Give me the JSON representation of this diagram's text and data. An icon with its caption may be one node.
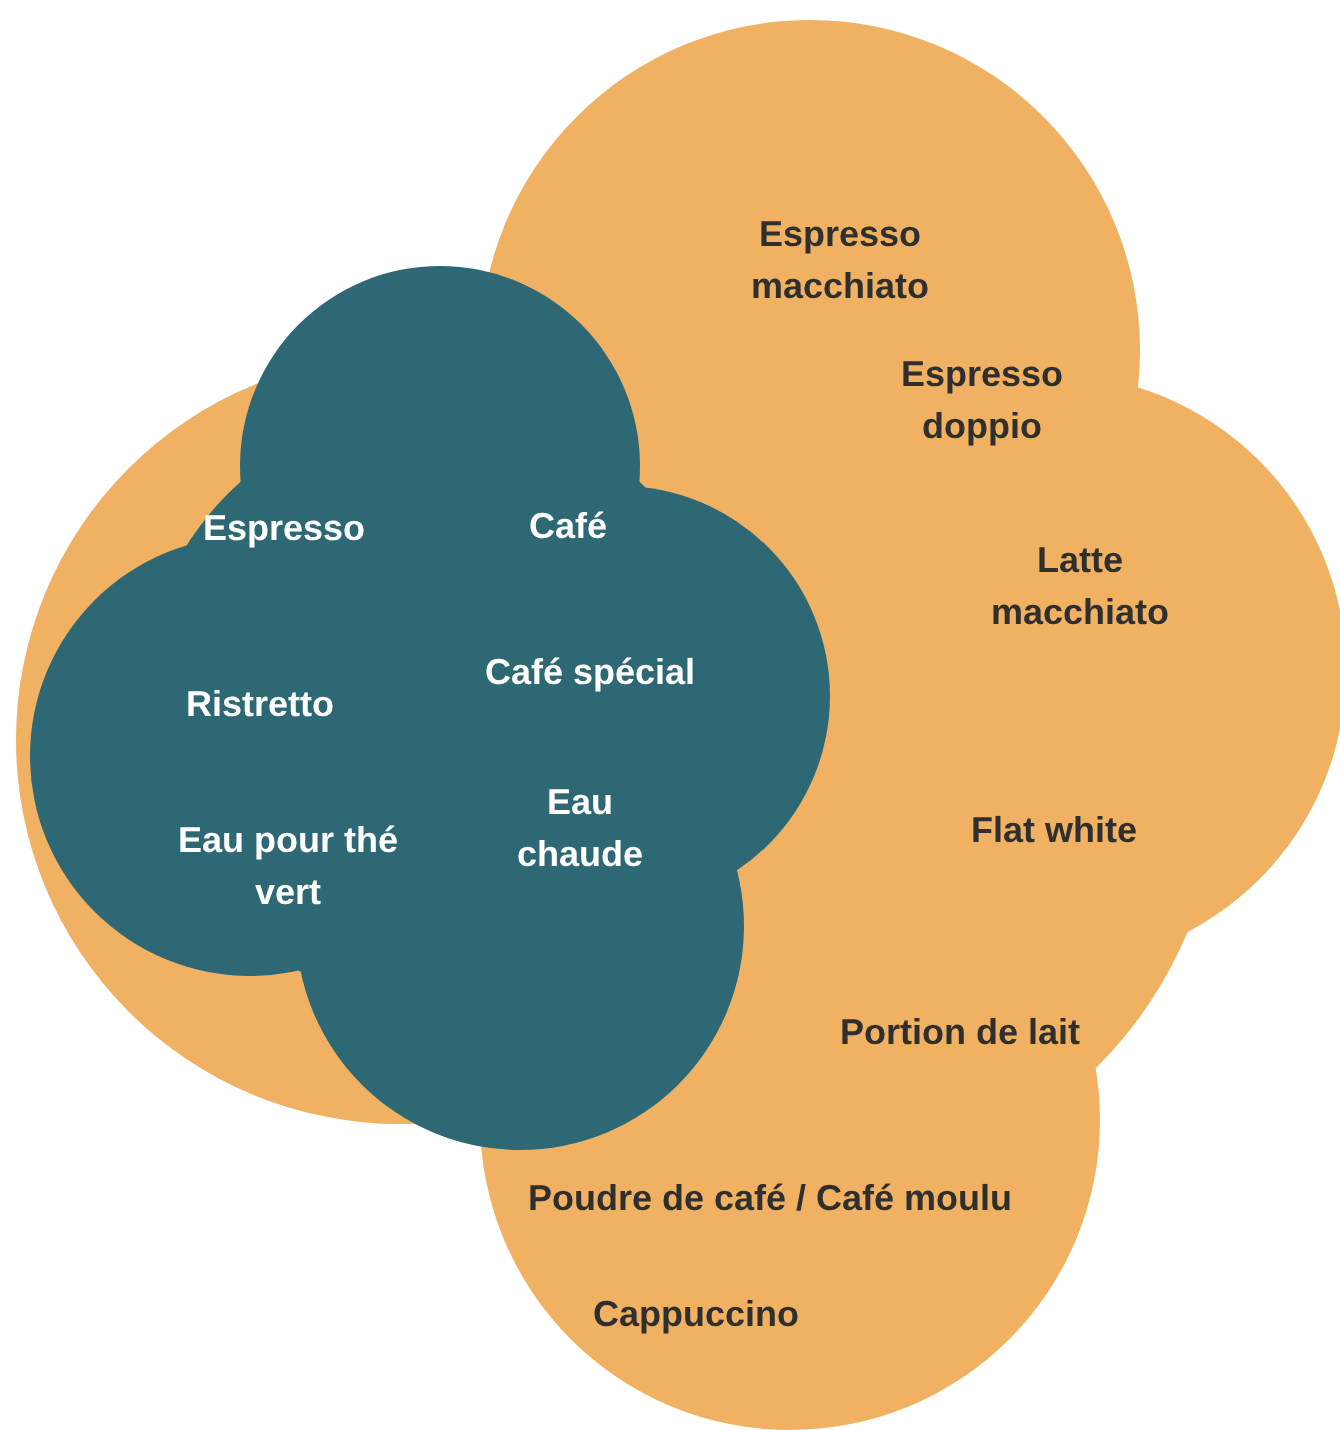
{
  "diagram": {
    "nodes": [
      {
        "text": [],
        "shape": "cloud"
      },
      {
        "text": [],
        "shape": "cloud",
        "in": 0
      },
      {
        "text": [
          "Espresso"
        ],
        "in": 1
      },
      {
        "text": [
          "Café"
        ],
        "in": 1
      },
      {
        "text": [
          "Ristretto"
        ],
        "in": 1
      },
      {
        "text": [
          "Café spécial"
        ],
        "in": 1
      },
      {
        "text": [
          "Eau pour thé vert"
        ],
        "in": 1
      },
      {
        "text": [
          "Eau chaude"
        ],
        "in": 1
      },
      {
        "text": [
          "Espresso macchiato"
        ],
        "in": 0
      },
      {
        "text": [
          "Espresso doppio"
        ],
        "in": 0
      },
      {
        "text": [
          "Latte macchiato"
        ],
        "in": 0
      },
      {
        "text": [
          "Flat white"
        ],
        "in": 0
      },
      {
        "text": [
          "Portion de lait"
        ],
        "in": 0
      },
      {
        "text": [
          "Poudre de café / Café moulu"
        ],
        "in": 0
      },
      {
        "text": [
          "Cappuccino"
        ],
        "in": 0
      }
    ],
    "edges": []
  }
}
